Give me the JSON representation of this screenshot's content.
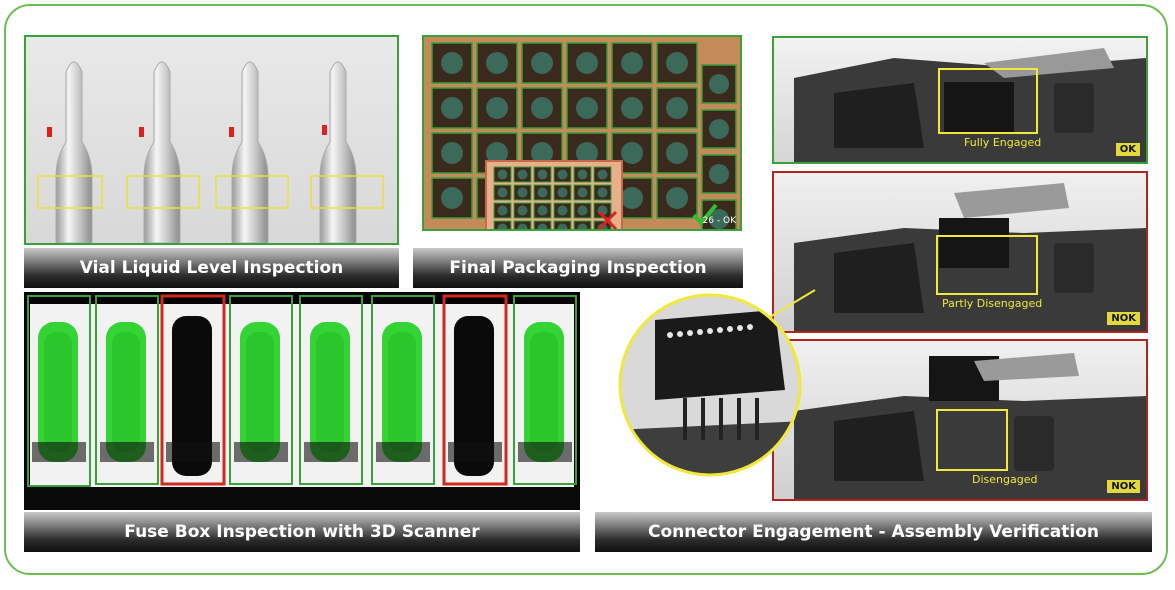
{
  "captions": {
    "vial": "Vial Liquid Level Inspection",
    "packaging": "Final Packaging Inspection",
    "fuse": "Fuse Box Inspection with 3D Scanner",
    "connector": "Connector Engagement - Assembly Verification"
  },
  "connector": {
    "top": {
      "label": "Fully Engaged",
      "status": "OK"
    },
    "mid": {
      "label": "Partly Disengaged",
      "status": "NOK"
    },
    "bot": {
      "label": "Disengaged",
      "status": "NOK"
    }
  },
  "packaging": {
    "ok_text": "26 - OK"
  },
  "colors": {
    "ok": "#2e9e2e",
    "nok": "#c82020",
    "highlight": "#f0e83a",
    "frame": "#6cbf4f"
  }
}
